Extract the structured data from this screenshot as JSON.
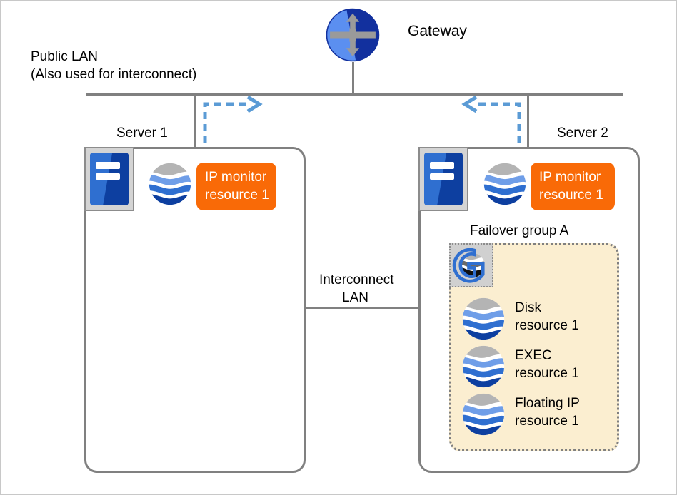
{
  "diagram": {
    "title_hidden": "",
    "labels": {
      "gateway": "Gateway",
      "public_lan_line1": "Public LAN",
      "public_lan_line2": "(Also used for interconnect)",
      "server1": "Server 1",
      "server2": "Server 2",
      "interconnect_lan_line1": "Interconnect",
      "interconnect_lan_line2": "LAN",
      "failover_group": "Failover group A"
    },
    "colors": {
      "line": "#808080",
      "resource_pill": "#f96a07",
      "resource_pill_text": "#ffffff",
      "group_background": "#fbeed0",
      "group_border": "#808080",
      "arrow": "#5b9bd5",
      "gateway_left": "#5b8ff0",
      "gateway_right": "#12309e",
      "gateway_arrow": "#9a9a9a",
      "server_icon_frame": "#d4d4d4",
      "server_icon_body": "#2f6fd0",
      "globe_gray": "#b4b4b4",
      "globe_light_blue": "#6f9ee8",
      "globe_mid_blue": "#2f6fd0",
      "globe_dark_blue": "#0d3fa0",
      "canvas_border": "#c8c8c8",
      "text": "#000000"
    },
    "gateway": {
      "label": "Gateway",
      "icon": "gateway-router-icon"
    },
    "servers": [
      {
        "id": "server1",
        "label": "Server 1",
        "icon": "server-icon",
        "resources": [
          {
            "label_line1": "IP monitor",
            "label_line2": "resource 1",
            "kind": "pill",
            "icon": "globe-icon"
          }
        ],
        "failover_group": null
      },
      {
        "id": "server2",
        "label": "Server 2",
        "icon": "server-icon",
        "resources": [
          {
            "label_line1": "IP monitor",
            "label_line2": "resource 1",
            "kind": "pill",
            "icon": "globe-icon"
          }
        ],
        "failover_group": {
          "label": "Failover group A",
          "icon": "group-globe-icon",
          "items": [
            {
              "label_line1": "Disk",
              "label_line2": "resource 1",
              "icon": "globe-icon"
            },
            {
              "label_line1": "EXEC",
              "label_line2": "resource 1",
              "icon": "globe-icon"
            },
            {
              "label_line1": "Floating IP",
              "label_line2": "resource 1",
              "icon": "globe-icon"
            }
          ]
        }
      }
    ],
    "connections": [
      {
        "name": "public-lan-bus",
        "type": "horizontal-line"
      },
      {
        "name": "gateway-drop",
        "type": "vertical-line"
      },
      {
        "name": "server1-drop",
        "type": "vertical-line"
      },
      {
        "name": "server2-drop",
        "type": "vertical-line"
      },
      {
        "name": "interconnect-lan-link",
        "type": "horizontal-line"
      },
      {
        "name": "server1-public-arrow",
        "type": "dashed-arrow",
        "direction": "up-right"
      },
      {
        "name": "server2-public-arrow",
        "type": "dashed-arrow",
        "direction": "up-left"
      }
    ]
  }
}
